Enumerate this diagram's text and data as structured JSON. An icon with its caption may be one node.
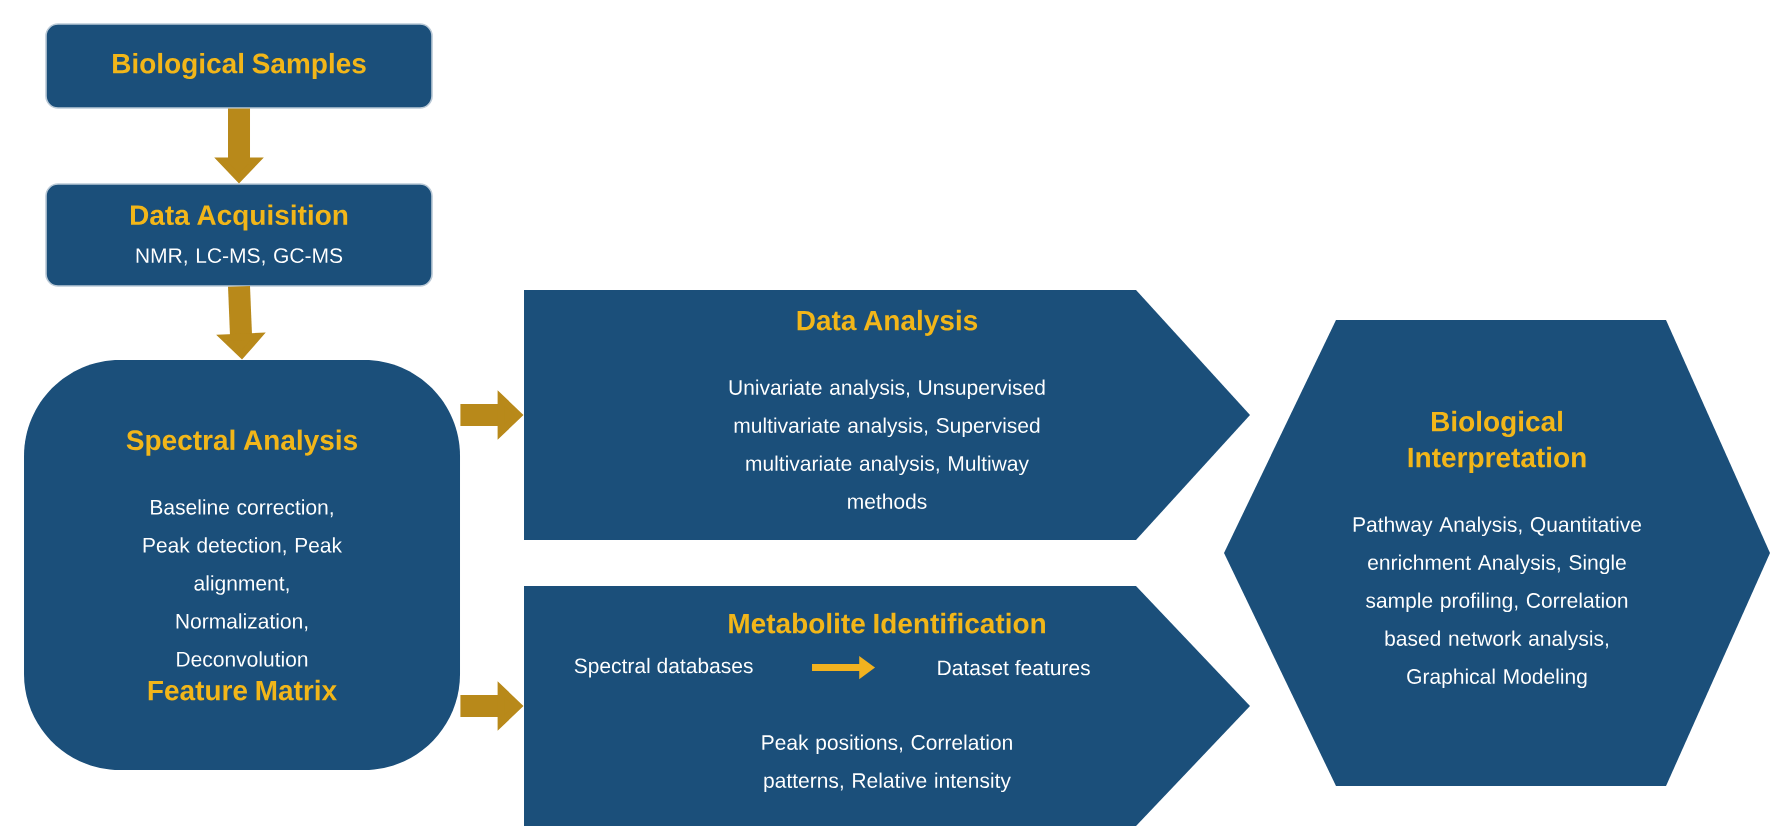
{
  "diagram": {
    "nodes": [
      {
        "text": [
          "Biological Samples"
        ]
      },
      {
        "text": [
          "Data Acquisition",
          "NMR, LC-MS, GC-MS"
        ]
      },
      {
        "text": [
          "Spectral Analysis",
          "Baseline correction, Peak detection, Peak alignment, Normalization, Deconvolution",
          "Feature Matrix"
        ]
      },
      {
        "text": [
          "Data Analysis",
          "Univariate analysis, Unsupervised multivariate analysis, Supervised multivariate analysis, Multiway methods"
        ]
      },
      {
        "text": [
          "Metabolite Identification",
          "Peak positions, Correlation patterns, Relative intensity"
        ]
      },
      {
        "text": [
          "Spectral databases"
        ],
        "in": 4
      },
      {
        "text": [
          "Dataset features"
        ],
        "in": 4
      },
      {
        "text": [
          "Biological Interpretation",
          "Pathway Analysis, Quantitative enrichment Analysis, Single sample profiling, Correlation based network analysis, Graphical Modeling"
        ]
      }
    ],
    "edges": [
      {
        "from": 0,
        "to": 1,
        "arrow": "to"
      },
      {
        "from": 1,
        "to": 2,
        "arrow": "to"
      },
      {
        "from": 2,
        "to": 3,
        "arrow": "to"
      },
      {
        "from": 2,
        "to": 4,
        "arrow": "to"
      },
      {
        "from": 5,
        "to": 6,
        "arrow": "to",
        "color": "#f2b21f"
      }
    ]
  }
}
